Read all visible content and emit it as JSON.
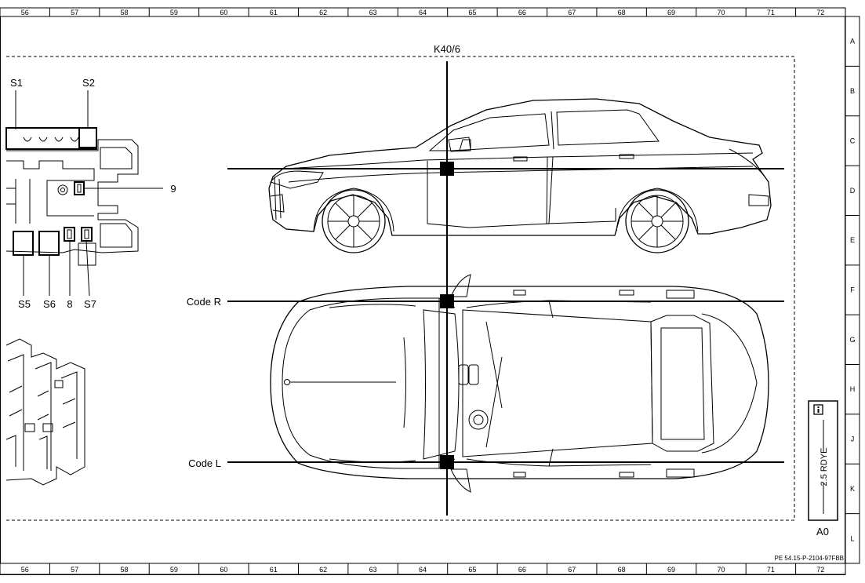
{
  "grid": {
    "columns": [
      "56",
      "57",
      "58",
      "59",
      "60",
      "61",
      "62",
      "63",
      "64",
      "65",
      "66",
      "67",
      "68",
      "69",
      "70",
      "71",
      "72"
    ],
    "rows": [
      "A",
      "B",
      "C",
      "D",
      "E",
      "F",
      "G",
      "H",
      "J",
      "K",
      "L"
    ]
  },
  "component_label": "K40/6",
  "fuse_labels": {
    "s1": "S1",
    "s2": "S2",
    "nine": "9",
    "s5": "S5",
    "s6": "S6",
    "eight": "8",
    "s7": "S7"
  },
  "codes": {
    "right": "Code R",
    "left": "Code L"
  },
  "info_box": {
    "icon": "info-icon",
    "wire": "2.5 RDYE",
    "location": "A0"
  },
  "doc_ref": "PE 54.15-P-2104-97FBB"
}
